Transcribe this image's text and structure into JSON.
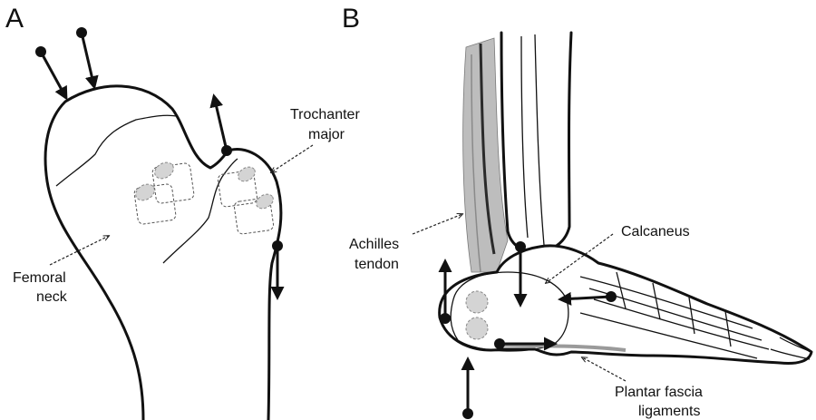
{
  "panels": {
    "a": {
      "label": "A"
    },
    "b": {
      "label": "B"
    }
  },
  "labels": {
    "trochanter_line1": "Trochanter",
    "trochanter_line2": "major",
    "femoral_line1": "Femoral",
    "femoral_line2": "neck",
    "achilles_line1": "Achilles",
    "achilles_line2": "tendon",
    "calcaneus": "Calcaneus",
    "plantar_line1": "Plantar fascia",
    "plantar_line2": "ligaments"
  }
}
